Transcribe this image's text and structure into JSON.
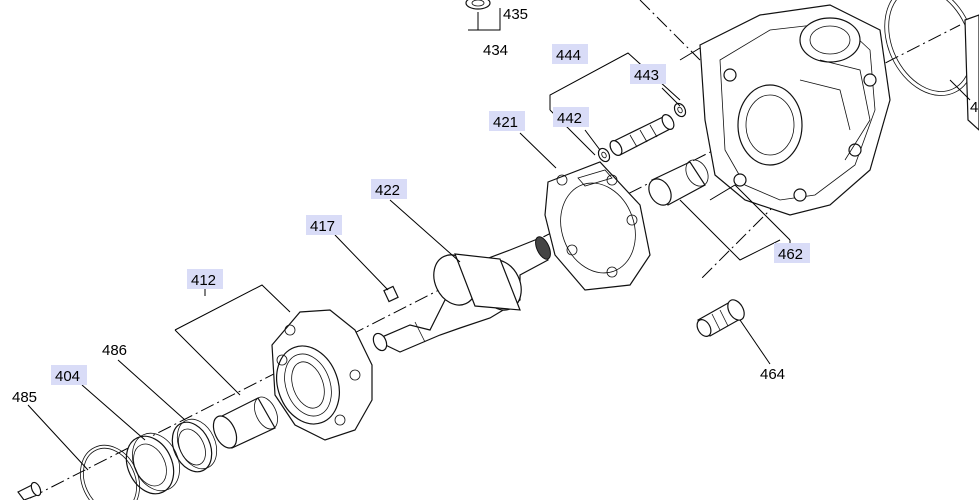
{
  "callouts": {
    "c434": "434",
    "c435": "435",
    "c444": "444",
    "c443": "443",
    "c442": "442",
    "c421": "421",
    "c422": "422",
    "c417": "417",
    "c412": "412",
    "c462": "462",
    "c464": "464",
    "c486": "486",
    "c404": "404",
    "c485": "485",
    "c4xx": "4"
  },
  "colors": {
    "highlight": "#d9dcf7",
    "line": "#000000"
  }
}
